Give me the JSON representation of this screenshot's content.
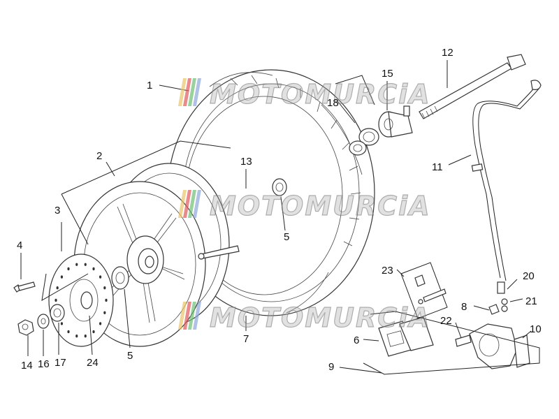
{
  "watermark": {
    "text": "MOTOMURCiA",
    "stripe_colors": [
      "#e8c36a",
      "#e05a5a",
      "#6fbf73",
      "#8fa8d8"
    ]
  },
  "callouts": {
    "c1": "1",
    "c2": "2",
    "c3": "3",
    "c4": "4",
    "c5a": "5",
    "c5b": "5",
    "c6": "6",
    "c7": "7",
    "c8": "8",
    "c9": "9",
    "c10": "10",
    "c11": "11",
    "c12": "12",
    "c13": "13",
    "c14": "14",
    "c15": "15",
    "c16": "16",
    "c17": "17",
    "c18": "18",
    "c20": "20",
    "c21": "21",
    "c22": "22",
    "c23": "23",
    "c24": "24"
  }
}
